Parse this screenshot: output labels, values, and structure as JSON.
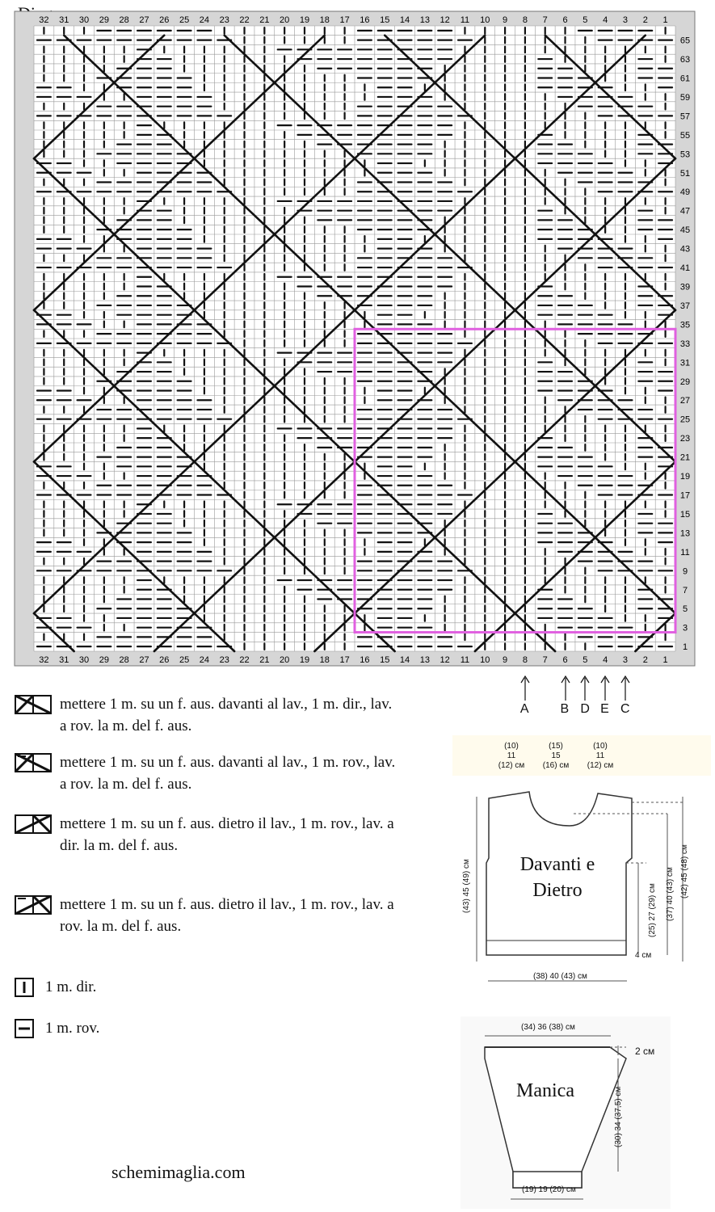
{
  "title": "Diagramma",
  "grid": {
    "cols": 32,
    "rows": 66,
    "col_labels": [
      "32",
      "31",
      "30",
      "29",
      "28",
      "27",
      "26",
      "25",
      "24",
      "23",
      "22",
      "21",
      "20",
      "19",
      "18",
      "17",
      "16",
      "15",
      "14",
      "13",
      "12",
      "11",
      "10",
      "9",
      "8",
      "7",
      "6",
      "5",
      "4",
      "3",
      "2",
      "1"
    ],
    "row_labels": [
      "65",
      "63",
      "61",
      "59",
      "57",
      "55",
      "53",
      "51",
      "49",
      "47",
      "45",
      "43",
      "41",
      "39",
      "37",
      "35",
      "33",
      "31",
      "29",
      "27",
      "25",
      "23",
      "21",
      "19",
      "17",
      "15",
      "13",
      "11",
      "9",
      "7",
      "5",
      "3",
      "1"
    ],
    "repeat_box": {
      "from_col": 1,
      "to_col": 16,
      "from_row": 3,
      "to_row": 34
    },
    "box_color": "#e060e0",
    "grid_line_color": "#999999",
    "label_bg": "#d6d6d6",
    "pattern_rows": [
      "PPPPLPPPPPKKKKKKPPPPPPKKKKKKPPPP",
      "KKKPPPPPPKKKKKKKPPPPPKKKKKKPPPPK",
      "PPPKKPPPPKKKKKKKKPPPKKKKKKPPPPKK",
      "PPKKPPPPKKKKKKKKKPPKKKKKKPPPPKKP",
      "KKKPPPPPKKKKKKKKPPPPKKKKKPPPKKPP",
      "KKKKPPPKKKKKKKPPPPPPKKKKKPPKKKPP",
      "KKKKKPPKKKKKKPPPPPPPPKKKKPKKKKPK",
      "KKKKKPKKKKKKPPPPPPPPPKKKKKKKKKKK"
    ],
    "symbols": {
      "knit": "|",
      "purl": "—"
    }
  },
  "arrows": [
    "A",
    "B",
    "D",
    "E",
    "C"
  ],
  "legend": [
    {
      "name": "cross-front-knit",
      "text": "mettere 1 m. su un f. aus. davanti al lav., 1 m. dir., lav. a rov. la m. del f. aus."
    },
    {
      "name": "cross-front-purl",
      "text": "mettere 1 m. su un f. aus. davanti al lav., 1 m. rov., lav. a rov. la m. del f. aus."
    },
    {
      "name": "cross-back-knit",
      "text": "mettere 1 m. su un f. aus. dietro il lav., 1 m. rov., lav. a dir. la m. del f. aus."
    },
    {
      "name": "cross-back-purl",
      "text": "mettere 1 m. su un f. aus. dietro il lav., 1 m. rov., lav. a rov. la m. del f. aus."
    },
    {
      "name": "knit",
      "text": "1 m. dir."
    },
    {
      "name": "purl",
      "text": "1 m. rov."
    }
  ],
  "body_piece": {
    "label_line1": "Davanti e",
    "label_line2": "Dietro",
    "top_dims": [
      {
        "line1": "(10)",
        "line2": "11",
        "line3": "(12) см"
      },
      {
        "line1": "(15)",
        "line2": "15",
        "line3": "(16) см"
      },
      {
        "line1": "(10)",
        "line2": "11",
        "line3": "(12) см"
      }
    ],
    "left_dim": "(43) 45 (49) см",
    "dim_armhole": "(25) 27 (29) см",
    "dim_side": "(37) 40 (43) см",
    "dim_total": "(42) 45 (48) см",
    "rib_dim": "4 см",
    "bottom_dim": "(38) 40 (43) см"
  },
  "sleeve_piece": {
    "label": "Manica",
    "top_dim": "(34) 36 (38) см",
    "cap_dim": "2 см",
    "height_dim": "(30) 34 (37,5) см",
    "bottom_dim": "(19) 19 (20) см"
  },
  "site": "schemimaglia.com"
}
